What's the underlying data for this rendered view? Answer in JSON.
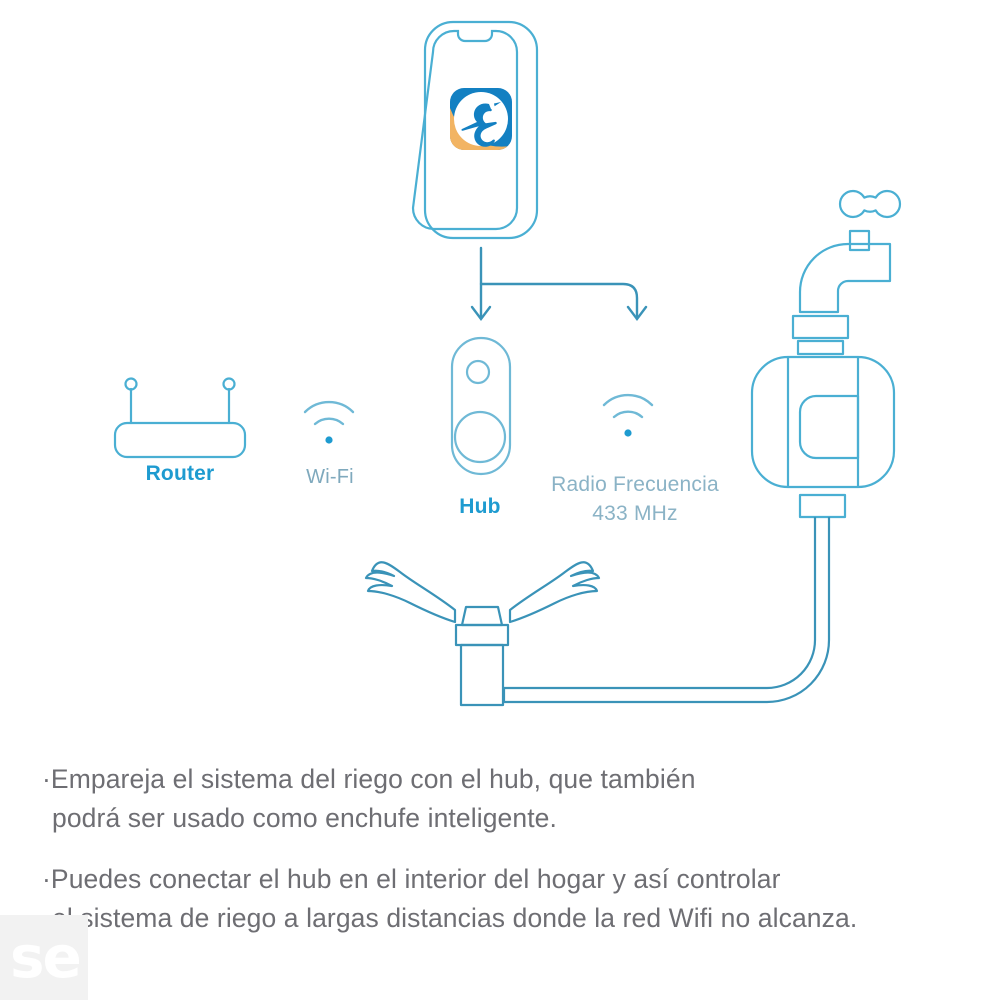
{
  "diagram": {
    "title_colors": {
      "line": "#4aafd3",
      "line_dark": "#3a93b8",
      "accent_blue": "#1e9bd0",
      "soft_blue": "#8bb3c6",
      "text_gray": "#6e6e73",
      "app_icon_blue": "#1380c2",
      "app_icon_orange": "#f2b463",
      "watermark_bg": "#f2f2f2",
      "watermark_fg": "#ffffff"
    },
    "nodes": [
      {
        "id": "phone",
        "icon": "smartphone-icon",
        "label": ""
      },
      {
        "id": "router",
        "icon": "router-icon",
        "label": "Router"
      },
      {
        "id": "wifi",
        "icon": "wifi-icon",
        "label": "Wi-Fi"
      },
      {
        "id": "hub",
        "icon": "hub-icon",
        "label": "Hub"
      },
      {
        "id": "rf",
        "icon": "radio-wave-icon",
        "label": "Radio Frecuencia\n433 MHz"
      },
      {
        "id": "valve",
        "icon": "irrigation-valve-icon",
        "label": ""
      },
      {
        "id": "sprinkler",
        "icon": "sprinkler-icon",
        "label": ""
      }
    ],
    "labels": {
      "router": "Router",
      "wifi": "Wi-Fi",
      "hub": "Hub",
      "radio_frequency_line1": "Radio Frecuencia",
      "radio_frequency_line2": "433 MHz"
    },
    "app_icon": {
      "name": "bird-app-icon"
    }
  },
  "body": {
    "paragraph1": {
      "line1": "·Empareja el sistema del riego con el hub, que también",
      "line2": "podrá ser usado como enchufe inteligente."
    },
    "paragraph2": {
      "line1": "·Puedes conectar el hub en el interior del hogar y así controlar",
      "line2": "el sistema de riego a largas distancias donde la red Wifi no alcanza."
    }
  },
  "watermark": {
    "text": "se"
  }
}
